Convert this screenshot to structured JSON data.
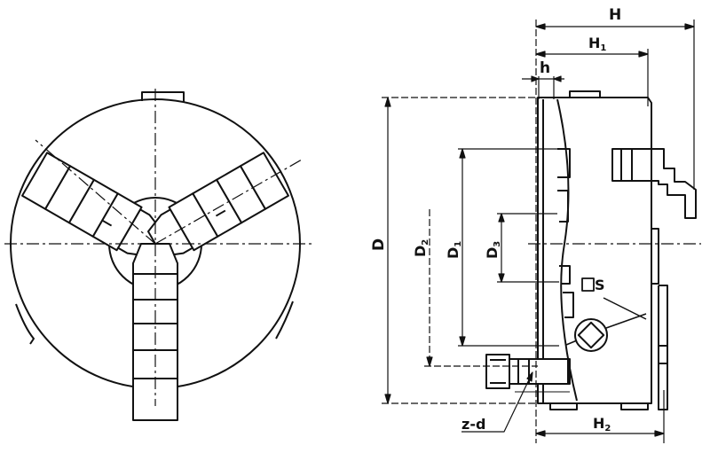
{
  "colors": {
    "ink": "#111111",
    "paper": "#ffffff"
  },
  "labels": {
    "H": "H",
    "H1_main": "H",
    "H1_sub": "1",
    "H2_main": "H",
    "H2_sub": "2",
    "h": "h",
    "D": "D",
    "D1_main": "D",
    "D1_sub": "1",
    "D2_main": "D",
    "D2_sub": "2",
    "D3_main": "D",
    "D3_sub": "3",
    "S": "S",
    "zd": "z-d"
  }
}
